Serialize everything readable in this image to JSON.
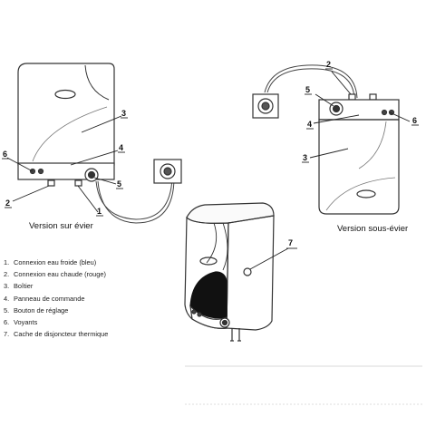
{
  "captions": {
    "sur_evier": "Version sur évier",
    "sous_evier": "Version sous-évier"
  },
  "callouts": {
    "sur_evier": [
      "3",
      "4",
      "6",
      "5",
      "2",
      "1"
    ],
    "sous_evier": [
      "2",
      "5",
      "4",
      "6",
      "3"
    ],
    "front_view": [
      "7"
    ]
  },
  "legend": [
    {
      "num": "1.",
      "text": "Connexion eau froide (bleu)"
    },
    {
      "num": "2.",
      "text": "Connexion eau chaude (rouge)"
    },
    {
      "num": "3.",
      "text": "Boîtier"
    },
    {
      "num": "4.",
      "text": "Panneau de commande"
    },
    {
      "num": "5.",
      "text": "Bouton de réglage"
    },
    {
      "num": "6.",
      "text": "Voyants"
    },
    {
      "num": "7.",
      "text": "Cache de disjoncteur thermique"
    }
  ]
}
